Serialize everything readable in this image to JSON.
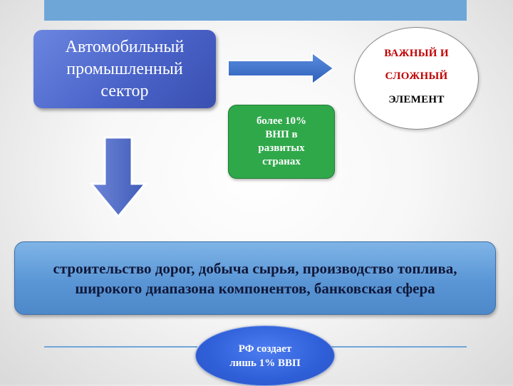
{
  "main_box": {
    "text": "Автомобильный\nпромышленный\nсектор"
  },
  "ellipse": {
    "line1": "ВАЖНЫЙ И",
    "line2": "СЛОЖНЫЙ",
    "line3": "ЭЛЕМЕНТ",
    "line1_color": "#c00000",
    "line2_color": "#c00000",
    "line3_color": "#000000"
  },
  "green_box": {
    "text": "более 10%\nВНП в\nразвитых\nстранах"
  },
  "wide_box": {
    "text": "строительство дорог, добыча сырья, производство топлива,\nширокого диапазона компонентов, банковская сфера"
  },
  "bottom_ellipse": {
    "text": "РФ создает\nлишь 1% ВВП"
  },
  "colors": {
    "top_bar": "#6fa6d8",
    "main_box": "#4a63c9",
    "arrow": "#3f73c9",
    "green_box": "#2fa84a",
    "wide_box": "#5a96d6",
    "bottom_ellipse": "#2f5fd8"
  }
}
